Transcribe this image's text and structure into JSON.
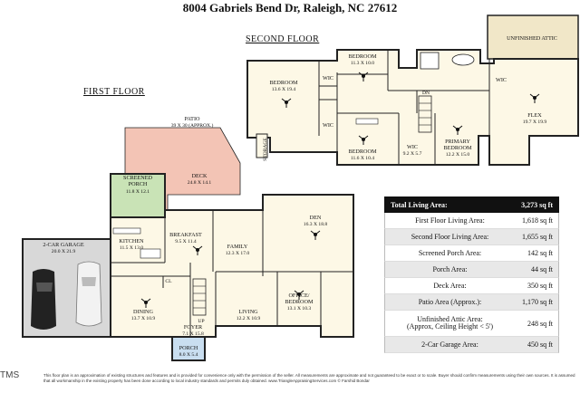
{
  "title": "8004 Gabriels Bend Dr, Raleigh, NC 27612",
  "floors": {
    "first": "FIRST FLOOR",
    "second": "SECOND FLOOR"
  },
  "rooms_second": {
    "unfinished_attic": "UNFINISHED ATTIC",
    "bedroom_a": "BEDROOM",
    "bedroom_a_size": "13.6 X 19.4",
    "bedroom_b": "BEDROOM",
    "bedroom_b_size": "11.3 X 10.0",
    "bedroom_c": "BEDROOM",
    "bedroom_c_size": "11.6 X 10.4",
    "wic_1": "WIC",
    "wic_2": "WIC",
    "wic_3": "WIC",
    "wic_3_size": "9.2 X 5.7",
    "wic_4": "WIC",
    "storage": "STORAGE",
    "primary": "PRIMARY",
    "primary_bedroom": "BEDROOM",
    "primary_size": "12.2 X 15.0",
    "flex": "FLEX",
    "flex_size": "19.7 X 19.9",
    "dn": "DN"
  },
  "rooms_first": {
    "patio": "PATIO",
    "patio_size": "39 X 30 (APPROX.)",
    "deck": "DECK",
    "deck_size": "24.8 X 14.1",
    "screened": "SCREENED",
    "porch_word": "PORCH",
    "screened_size": "11.8 X 12.1",
    "garage": "2-CAR GARAGE",
    "garage_size": "20.0 X 21.9",
    "kitchen": "KITCHEN",
    "kitchen_size": "11.5 X 13.0",
    "breakfast": "BREAKFAST",
    "breakfast_size": "9.5 X 11.4",
    "family": "FAMILY",
    "family_size": "12.3 X 17.0",
    "den": "DEN",
    "den_size": "16.3 X 18.8",
    "dining": "DINING",
    "dining_size": "13.7 X 10.9",
    "living": "LIVING",
    "living_size": "12.2 X 10.9",
    "office": "OFFICE/",
    "office_b": "BEDROOM",
    "office_size": "13.1 X 10.3",
    "foyer": "FOYER",
    "foyer_size": "7.1 X 15.8",
    "porch": "PORCH",
    "porch_size": "8.0 X 5.4",
    "cl": "CL",
    "up": "UP"
  },
  "area_table": {
    "header_label": "Total Living Area:",
    "header_value": "3,273 sq ft",
    "rows": [
      {
        "label": "First Floor Living Area:",
        "value": "1,618 sq ft"
      },
      {
        "label": "Second Floor Living Area:",
        "value": "1,655 sq ft"
      },
      {
        "label": "Screened Porch Area:",
        "value": "142 sq ft"
      },
      {
        "label": "Porch Area:",
        "value": "44 sq ft"
      },
      {
        "label": "Deck Area:",
        "value": "350 sq ft"
      },
      {
        "label": "Patio Area (Approx.):",
        "value": "1,170 sq ft"
      },
      {
        "label": "Unfinished Attic Area:",
        "label2": "(Approx, Ceiling Height < 5')",
        "value": "248 sq ft"
      },
      {
        "label": "2-Car Garage Area:",
        "value": "450 sq ft"
      }
    ]
  },
  "watermark": "TMS",
  "disclaimer": "This floor plan is an approximation of existing structures and features and is provided for convenience only with the permission of the seller. All measurements are approximate and not guaranteed to be exact or to scale. Buyer should confirm measurements using their own sources. It is assumed that all workmanship in the existing property has been done according to local industry standards and permits duly obtained. www.TriangleAppraisingServices.com © Farshid Bondar",
  "colors": {
    "patio": "#f3c4b5",
    "screened_porch": "#c9e3b6",
    "garage": "#d8d8d8",
    "floor": "#fdf8e6",
    "attic": "#f1e7c8",
    "porch": "#c9def0"
  }
}
